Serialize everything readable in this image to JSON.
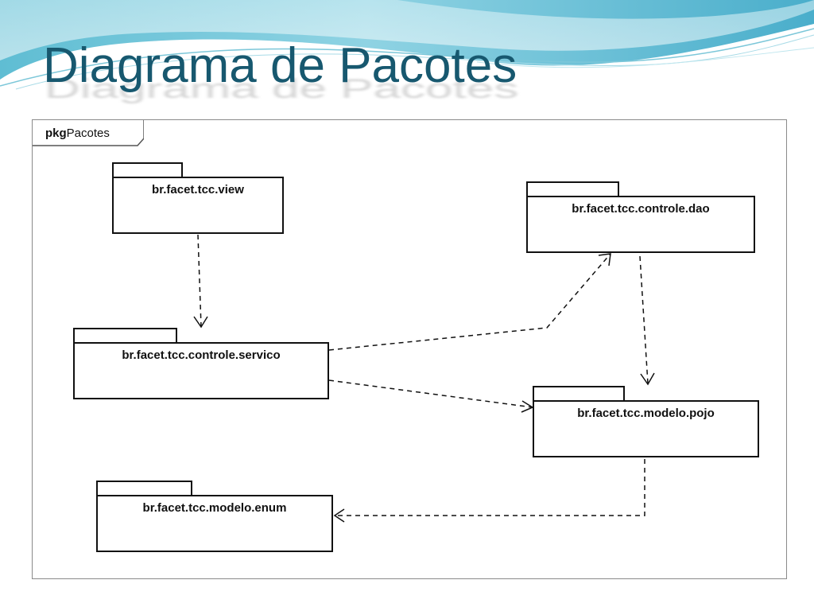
{
  "slide": {
    "title": "Diagrama de Pacotes"
  },
  "diagram": {
    "frame": {
      "keyword": "pkg",
      "name": "Pacotes"
    },
    "packages": [
      {
        "id": "view",
        "name": "br.facet.tcc.view"
      },
      {
        "id": "servico",
        "name": "br.facet.tcc.controle.servico"
      },
      {
        "id": "dao",
        "name": "br.facet.tcc.controle.dao"
      },
      {
        "id": "pojo",
        "name": "br.facet.tcc.modelo.pojo"
      },
      {
        "id": "enum",
        "name": "br.facet.tcc.modelo.enum"
      }
    ],
    "dependencies": [
      {
        "from": "view",
        "to": "servico",
        "style": "dashed-open-arrow"
      },
      {
        "from": "servico",
        "to": "dao",
        "style": "dashed-open-arrow"
      },
      {
        "from": "servico",
        "to": "pojo",
        "style": "dashed-open-arrow"
      },
      {
        "from": "dao",
        "to": "pojo",
        "style": "dashed-open-arrow"
      },
      {
        "from": "pojo",
        "to": "enum",
        "style": "dashed-open-arrow"
      }
    ]
  },
  "colors": {
    "title": "#17586f",
    "wave_dark": "#3fa7c2",
    "wave_light": "#a9dfea",
    "line": "#111111"
  }
}
